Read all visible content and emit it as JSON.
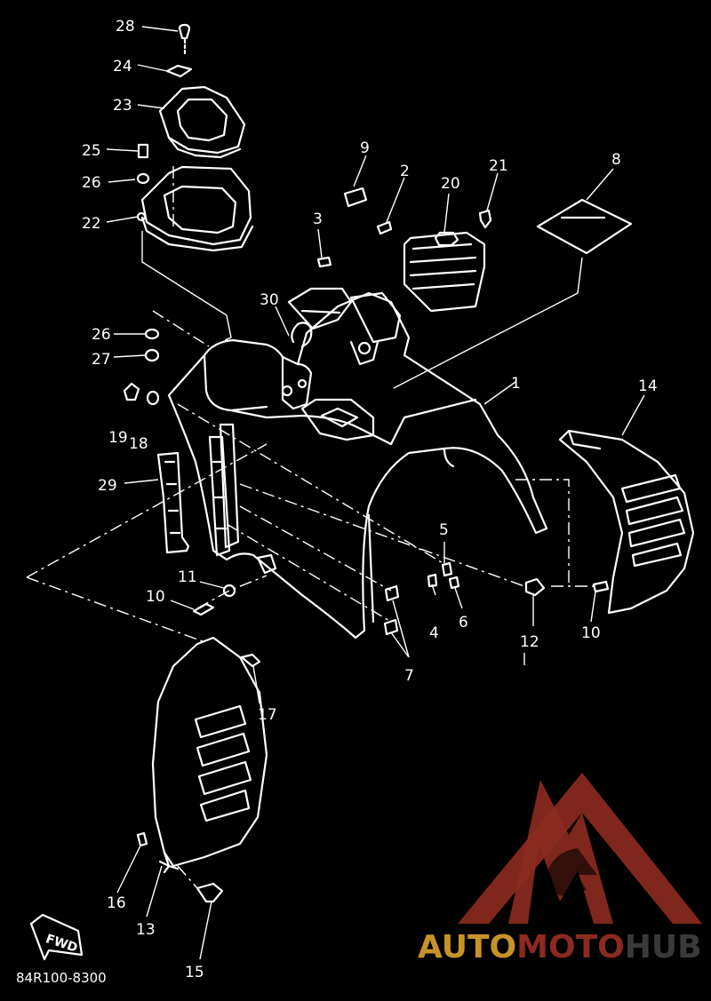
{
  "diagram": {
    "callouts": [
      "28",
      "24",
      "23",
      "25",
      "26",
      "22",
      "9",
      "2",
      "20",
      "21",
      "8",
      "3",
      "30",
      "26",
      "27",
      "19",
      "18",
      "29",
      "1",
      "14",
      "5",
      "11",
      "10",
      "4",
      "6",
      "12",
      "10",
      "7",
      "17",
      "16",
      "13",
      "15"
    ],
    "drawing_code": "84R100-8300",
    "direction_label": "FWD"
  },
  "watermark": {
    "brand_part1": "AUTO",
    "brand_part2": "MOTO",
    "brand_part3": "HUB",
    "colors": {
      "red": "#8b2a1f",
      "gold": "#c8922a",
      "dark": "#3a3a3a"
    }
  },
  "colors": {
    "background": "#000000",
    "line": "#ffffff"
  }
}
